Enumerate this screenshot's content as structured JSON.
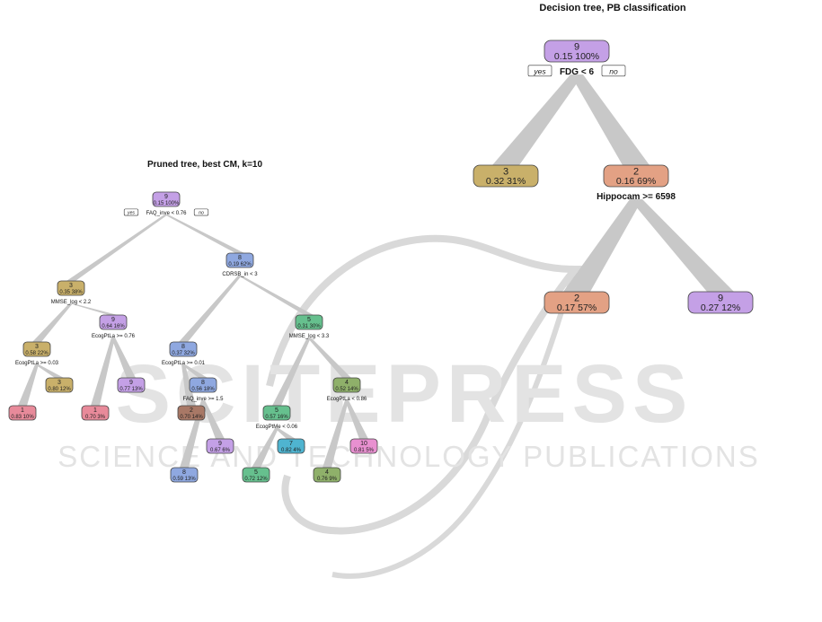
{
  "watermark": {
    "brand": "SCITEPRESS",
    "tagline": "SCIENCE AND TECHNOLOGY PUBLICATIONS"
  },
  "colors": {
    "branch": "#c8c8c8",
    "node_border": "#444444",
    "watermark": "#d9d9d9",
    "class_1": "#e88a9a",
    "class_2": "#a87866",
    "class_3": "#c9b06a",
    "class_4": "#8fb06a",
    "class_5": "#66c08e",
    "class_7": "#4fb4d0",
    "class_8": "#8fa8e0",
    "class_9": "#c4a0e6",
    "class_10": "#e890d0",
    "pb_2": "#e3a184",
    "pb_3": "#c9b06a",
    "pb_9": "#c4a0e6"
  },
  "trees": [
    {
      "id": "pruned",
      "title": "Pruned tree, best CM, k=10",
      "yes_label": "yes",
      "no_label": "no",
      "nodes": [
        {
          "id": "n0",
          "cls": "9",
          "stats": "0.15  100%",
          "split": "FAQ_inve < 0.76",
          "color": "class_9"
        },
        {
          "id": "n1",
          "cls": "3",
          "stats": "0.35  38%",
          "split": "MMSE_log < 2.2",
          "color": "class_3"
        },
        {
          "id": "n2",
          "cls": "8",
          "stats": "0.19  62%",
          "split": "CDRSB_in < 3",
          "color": "class_8"
        },
        {
          "id": "n3",
          "cls": "3",
          "stats": "0.58  22%",
          "split": "EcogPtLa >= 0.03",
          "color": "class_3"
        },
        {
          "id": "n4",
          "cls": "9",
          "stats": "0.64  16%",
          "split": "EcogPtLa >= 0.76",
          "color": "class_9"
        },
        {
          "id": "n5",
          "cls": "8",
          "stats": "0.37  32%",
          "split": "EcogPtLa >= 0.01",
          "color": "class_8"
        },
        {
          "id": "n6",
          "cls": "5",
          "stats": "0.31  30%",
          "split": "MMSE_log < 3.3",
          "color": "class_5"
        },
        {
          "id": "n7",
          "cls": "1",
          "stats": "0.83  10%",
          "split": "",
          "color": "class_1"
        },
        {
          "id": "n8",
          "cls": "3",
          "stats": "0.80  12%",
          "split": "",
          "color": "class_3"
        },
        {
          "id": "n9",
          "cls": "1",
          "stats": "0.70  3%",
          "split": "",
          "color": "class_1"
        },
        {
          "id": "n10",
          "cls": "9",
          "stats": "0.77  13%",
          "split": "",
          "color": "class_9"
        },
        {
          "id": "n11",
          "cls": "2",
          "stats": "0.70  14%",
          "split": "",
          "color": "class_2"
        },
        {
          "id": "n12",
          "cls": "8",
          "stats": "0.56  18%",
          "split": "FAQ_inve >= 1.5",
          "color": "class_8"
        },
        {
          "id": "n13",
          "cls": "5",
          "stats": "0.57  16%",
          "split": "EcogPtMe < 0.06",
          "color": "class_5"
        },
        {
          "id": "n14",
          "cls": "4",
          "stats": "0.52  14%",
          "split": "EcogPtLa < 0.86",
          "color": "class_4"
        },
        {
          "id": "n15",
          "cls": "9",
          "stats": "0.67  6%",
          "split": "",
          "color": "class_9"
        },
        {
          "id": "n16",
          "cls": "8",
          "stats": "0.59  13%",
          "split": "",
          "color": "class_8"
        },
        {
          "id": "n17",
          "cls": "7",
          "stats": "0.82  4%",
          "split": "",
          "color": "class_7"
        },
        {
          "id": "n18",
          "cls": "5",
          "stats": "0.72  12%",
          "split": "",
          "color": "class_5"
        },
        {
          "id": "n19",
          "cls": "10",
          "stats": "0.81  5%",
          "split": "",
          "color": "class_10"
        },
        {
          "id": "n20",
          "cls": "4",
          "stats": "0.76  9%",
          "split": "",
          "color": "class_4"
        }
      ],
      "edges": [
        [
          "n0",
          "n1"
        ],
        [
          "n0",
          "n2"
        ],
        [
          "n1",
          "n3"
        ],
        [
          "n1",
          "n4"
        ],
        [
          "n2",
          "n5"
        ],
        [
          "n2",
          "n6"
        ],
        [
          "n3",
          "n7"
        ],
        [
          "n3",
          "n8"
        ],
        [
          "n4",
          "n9"
        ],
        [
          "n4",
          "n10"
        ],
        [
          "n5",
          "n11"
        ],
        [
          "n5",
          "n12"
        ],
        [
          "n6",
          "n13"
        ],
        [
          "n6",
          "n14"
        ],
        [
          "n12",
          "n15"
        ],
        [
          "n12",
          "n16"
        ],
        [
          "n13",
          "n17"
        ],
        [
          "n13",
          "n18"
        ],
        [
          "n14",
          "n19"
        ],
        [
          "n14",
          "n20"
        ]
      ]
    },
    {
      "id": "pb",
      "title": "Decision tree, PB classification",
      "yes_label": "yes",
      "no_label": "no",
      "nodes": [
        {
          "id": "p0",
          "cls": "9",
          "stats": "0.15  100%",
          "split": "FDG < 6",
          "color": "pb_9"
        },
        {
          "id": "p1",
          "cls": "3",
          "stats": "0.32  31%",
          "split": "",
          "color": "pb_3"
        },
        {
          "id": "p2",
          "cls": "2",
          "stats": "0.16  69%",
          "split": "Hippocam >= 6598",
          "color": "pb_2"
        },
        {
          "id": "p3",
          "cls": "2",
          "stats": "0.17  57%",
          "split": "",
          "color": "pb_2"
        },
        {
          "id": "p4",
          "cls": "9",
          "stats": "0.27  12%",
          "split": "",
          "color": "pb_9"
        }
      ],
      "edges": [
        [
          "p0",
          "p1"
        ],
        [
          "p0",
          "p2"
        ],
        [
          "p2",
          "p3"
        ],
        [
          "p2",
          "p4"
        ]
      ]
    }
  ]
}
